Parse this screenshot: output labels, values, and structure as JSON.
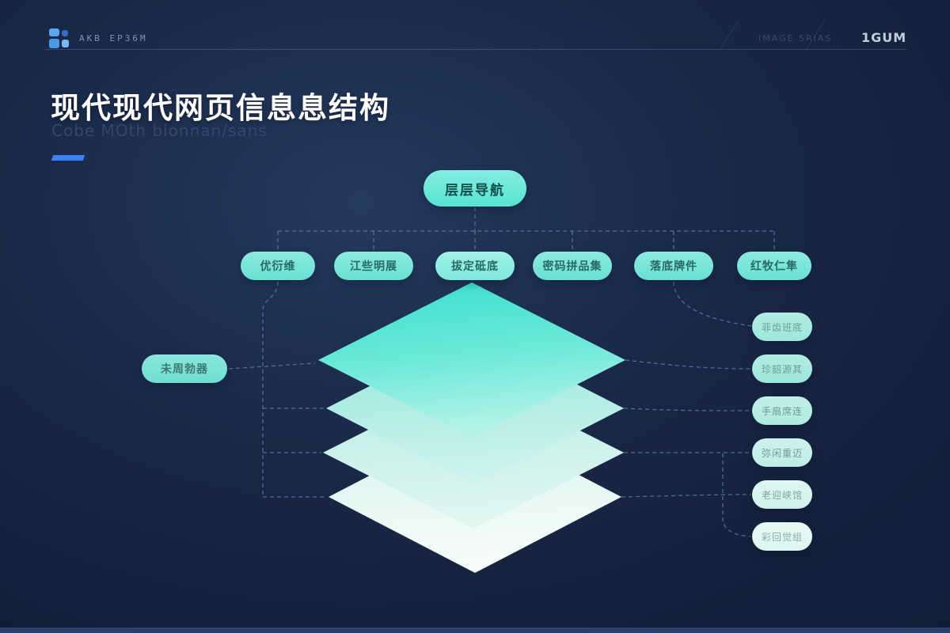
{
  "header": {
    "logo_text": "AKB EP36M",
    "meta_label": "IMAGE SRIAS",
    "meta_value": "1GUM"
  },
  "hero": {
    "title": "现代现代网页信息息结构",
    "subtitle": "Cobe MOth bionnan/sans"
  },
  "diagram": {
    "root": "层层导航",
    "row_nodes": [
      "优衍维",
      "江些明展",
      "拔定砥底",
      "密码拼品集",
      "落底牌件",
      "红牧仁隼"
    ],
    "left_node": "未周勃器",
    "right_nodes": [
      "菲齿班底",
      "珍韶源其",
      "手扇席连",
      "弥闲重迈",
      "老迎峡馆",
      "彩回觉组"
    ],
    "layer_count": 4
  },
  "colors": {
    "background": "#1b2a4a",
    "accent_blue": "#3b82f6",
    "teal_bright": "#4ae0d0",
    "teal_pale": "#e8f8f4",
    "connector": "#7fa3c8"
  }
}
